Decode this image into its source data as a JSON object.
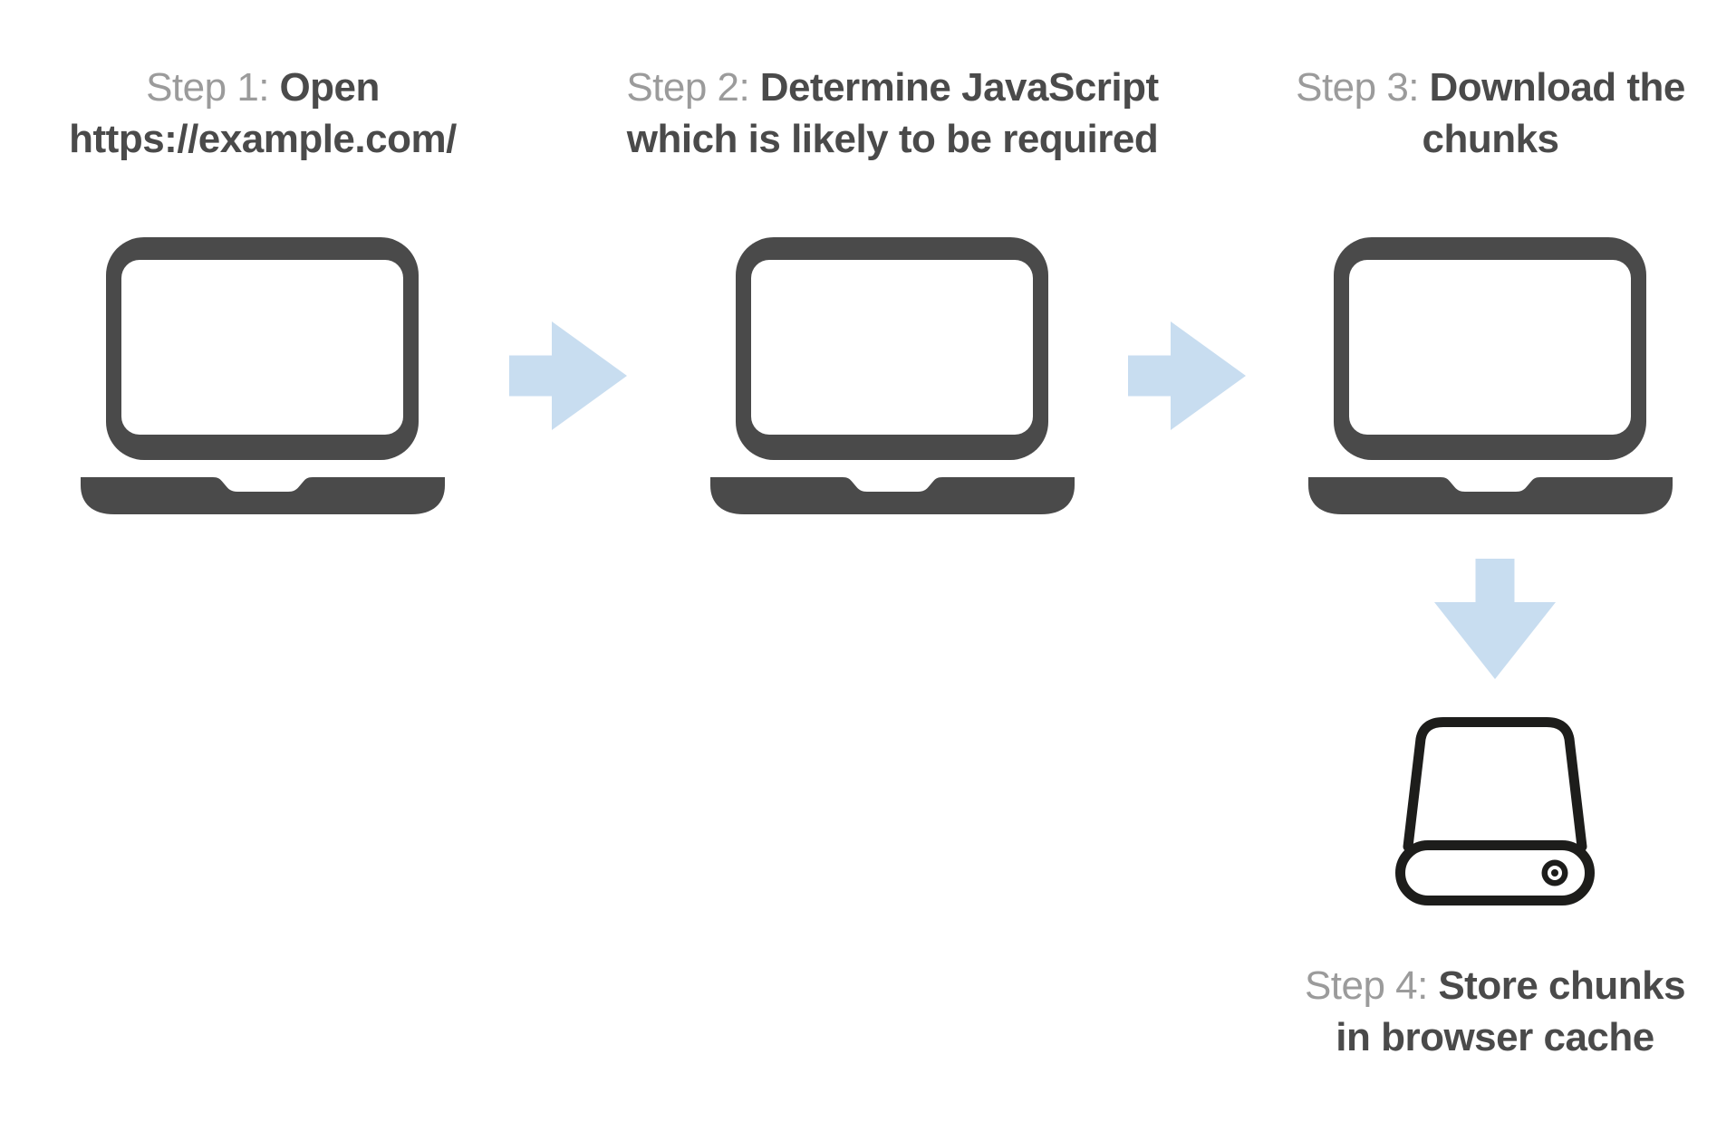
{
  "title": "Code-splitting flow diagram",
  "steps": [
    {
      "prefix": "Step 1:",
      "bold_lines": [
        "Open",
        "https://example.com/"
      ],
      "icon": "laptop-icon"
    },
    {
      "prefix": "Step 2:",
      "bold_lines": [
        "Determine JavaScript",
        "which is likely to be required"
      ],
      "icon": "laptop-icon"
    },
    {
      "prefix": "Step 3:",
      "bold_lines": [
        "Download the",
        "chunks"
      ],
      "icon": "laptop-icon"
    },
    {
      "prefix": "Step 4:",
      "bold_lines": [
        "Store chunks",
        "in browser cache"
      ],
      "icon": "hard-drive-icon"
    }
  ],
  "flow_arrows": [
    {
      "icon": "arrow-right-icon",
      "from": "step-1",
      "to": "step-2"
    },
    {
      "icon": "arrow-right-icon",
      "from": "step-2",
      "to": "step-3"
    },
    {
      "icon": "arrow-down-icon",
      "from": "step-3",
      "to": "step-4"
    }
  ],
  "colors": {
    "text_bold": "#4a4a4a",
    "text_muted": "#9b9b9b",
    "icon_dark": "#4a4a4a",
    "arrow_blue": "#c8ddf0",
    "drive_outline": "#1d1d1b",
    "background": "#ffffff"
  }
}
